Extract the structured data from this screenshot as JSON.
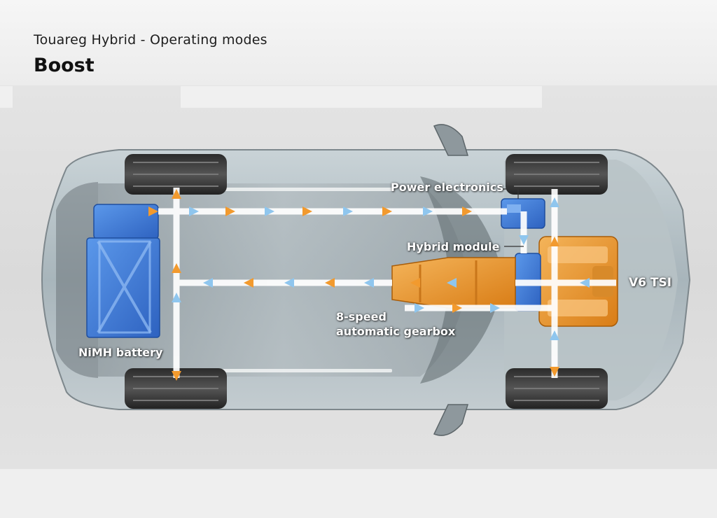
{
  "header": {
    "title": "Touareg Hybrid - Operating modes",
    "mode": "Boost"
  },
  "labels": {
    "power_electronics": "Power electronics",
    "hybrid_module": "Hybrid module",
    "engine": "V6 TSI",
    "gearbox_line1": "8-speed",
    "gearbox_line2": "automatic gearbox",
    "battery": "NiMH battery"
  },
  "colors": {
    "body": "#aebbc1",
    "battery": "#3a78d8",
    "engine": "#e8952e",
    "flow_arrow_orange": "#f29a2e",
    "flow_arrow_blue": "#8fc6ee"
  }
}
